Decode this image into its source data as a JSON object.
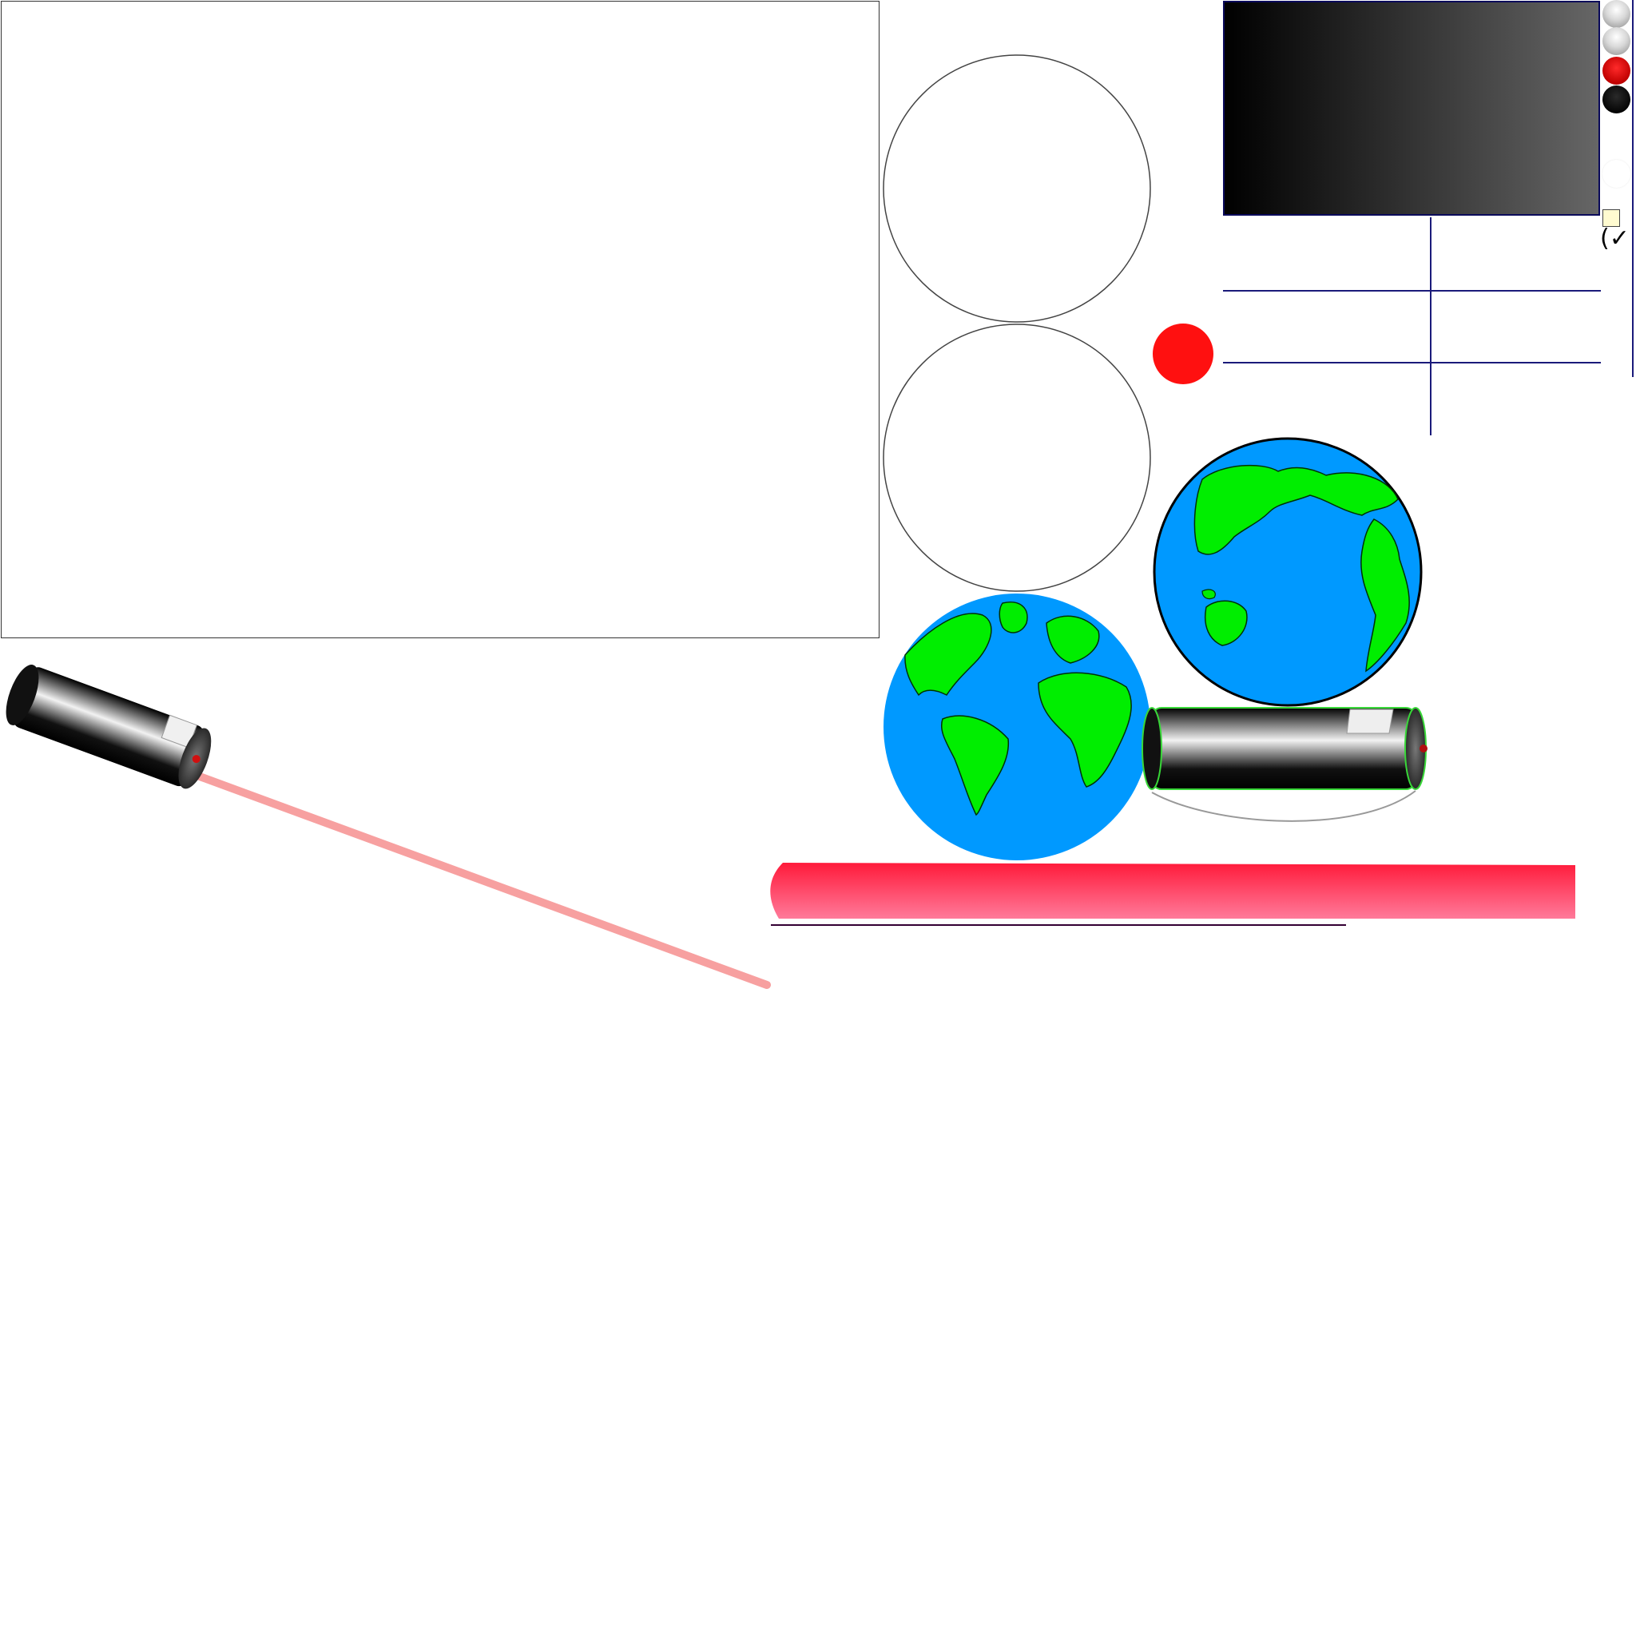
{
  "scene": {
    "background": "#ffffff",
    "laser_beam_color": "#f7a0a0",
    "accent_red": "#ff0000",
    "ocean_color": "#0099ff",
    "land_color": "#00ee00",
    "bar_gradient": [
      "#ff1a3a",
      "#ff7a9a"
    ],
    "line_color": "#000066"
  },
  "palette": {
    "swatches": [
      "silver-ball",
      "silver-ball",
      "red-ball",
      "black-ball",
      "white-ball"
    ],
    "checkbox_glyph": "(✓"
  },
  "icons": [
    "laser-pointer-icon",
    "laser-pointer-side-icon",
    "globe-atlantic-icon",
    "globe-pacific-icon",
    "red-dot-icon"
  ]
}
